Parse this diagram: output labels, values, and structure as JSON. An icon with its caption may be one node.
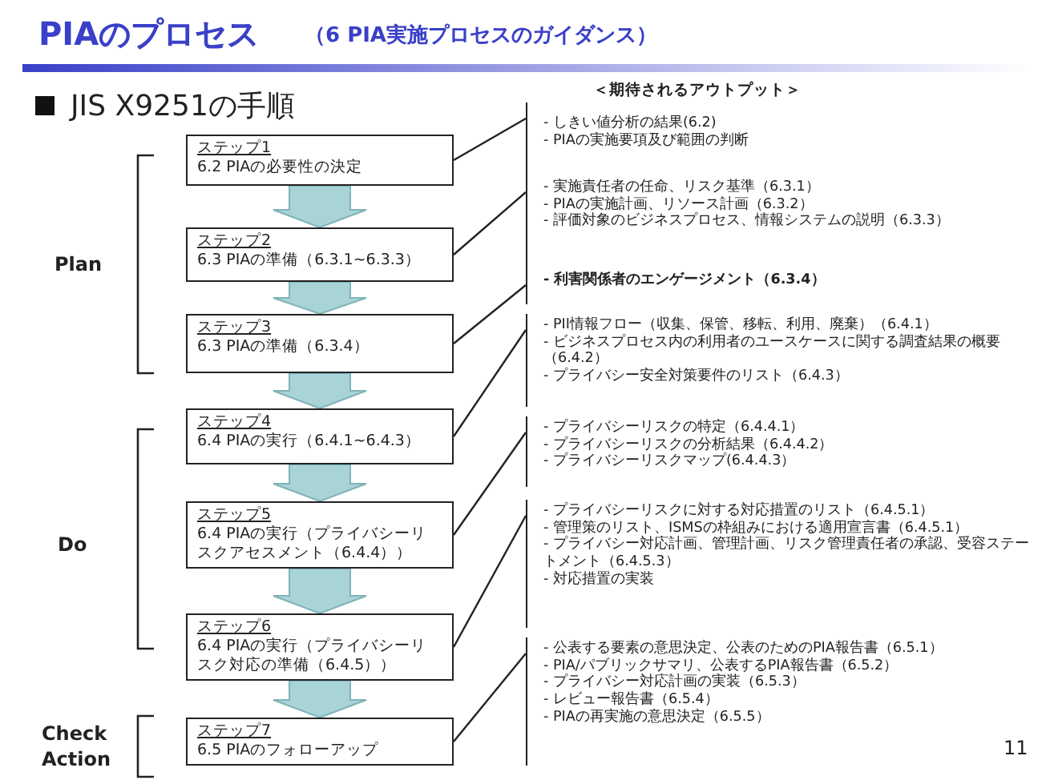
{
  "diagram": {
    "title": "PIAのプロセス",
    "nodes": [
      {
        "text": [
          "ステップ1",
          "6.2 PIAの必要性の決定"
        ]
      },
      {
        "text": [
          "ステップ2",
          "6.3 PIAの準備（6.3.1~6.3.3）"
        ]
      },
      {
        "text": [
          "ステップ3",
          "6.3 PIAの準備（6.3.4）"
        ]
      },
      {
        "text": [
          "ステップ4",
          "6.4 PIAの実行（6.4.1~6.4.3）"
        ]
      },
      {
        "text": [
          "ステップ5",
          "6.4 PIAの実行（プライバシーリスクアセスメント（6.4.4））"
        ]
      },
      {
        "text": [
          "ステップ6",
          "6.4 PIAの実行（プライバシーリスク対応の準備（6.4.5））"
        ]
      },
      {
        "text": [
          "ステップ7",
          "6.5 PIAのフォローアップ"
        ]
      },
      {
        "text": [
          "- しきい値分析の結果(6.2)",
          "- PIAの実施要項及び範囲の判断"
        ]
      },
      {
        "text": [
          "- 実施責任者の任命、リスク基準（6.3.1）",
          "- PIAの実施計画、リソース計画（6.3.2）",
          "- 評価対象のビジネスプロセス、情報システムの説明（6.3.3）"
        ]
      },
      {
        "text": [
          "- 利害関係者のエンゲージメント（6.3.4）"
        ]
      },
      {
        "text": [
          "- PII情報フロー（収集、保管、移転、利用、廃棄）（6.4.1）",
          "- ビジネスプロセス内の利用者のユースケースに関する調査結果の概要（6.4.2）",
          "- プライバシー安全対策要件のリスト（6.4.3）"
        ]
      },
      {
        "text": [
          "- プライバシーリスクの特定（6.4.4.1）",
          "- プライバシーリスクの分析結果（6.4.4.2）",
          "- プライバシーリスクマップ(6.4.4.3）"
        ]
      },
      {
        "text": [
          "- プライバシーリスクに対する対応措置のリスト（6.4.5.1）",
          "- 管理策のリスト、ISMSの枠組みにおける適用宣言書（6.4.5.1）",
          "- プライバシー対応計画、管理計画、リスク管理責任者の承認、受容ステートメント（6.4.5.3）",
          "- 対応措置の実装"
        ]
      },
      {
        "text": [
          "- 公表する要素の意思決定、公表のためのPIA報告書（6.5.1）",
          "- PIA/パブリックサマリ、公表するPIA報告書（6.5.2）",
          "- プライバシー対応計画の実装（6.5.3）",
          "- レビュー報告書（6.5.4）",
          "- PIAの再実施の意思決定（6.5.5）"
        ]
      }
    ],
    "edges": [
      {
        "from": 0,
        "to": 1,
        "arrow": "to"
      },
      {
        "from": 1,
        "to": 2,
        "arrow": "to"
      },
      {
        "from": 2,
        "to": 3,
        "arrow": "to"
      },
      {
        "from": 3,
        "to": 4,
        "arrow": "to"
      },
      {
        "from": 4,
        "to": 5,
        "arrow": "to"
      },
      {
        "from": 5,
        "to": 6,
        "arrow": "to"
      },
      {
        "from": 0,
        "to": 7,
        "arrow": "none"
      },
      {
        "from": 1,
        "to": 8,
        "arrow": "none"
      },
      {
        "from": 2,
        "to": 9,
        "arrow": "none"
      },
      {
        "from": 3,
        "to": 10,
        "arrow": "none"
      },
      {
        "from": 4,
        "to": 11,
        "arrow": "none"
      },
      {
        "from": 5,
        "to": 12,
        "arrow": "none"
      },
      {
        "from": 6,
        "to": 13,
        "arrow": "none"
      }
    ],
    "labels": [
      "（6 PIA実施プロセスのガイダンス）",
      "JIS X9251の手順",
      "＜期待されるアウトプット＞",
      "Plan",
      "Do",
      "Check Action",
      "11"
    ]
  }
}
